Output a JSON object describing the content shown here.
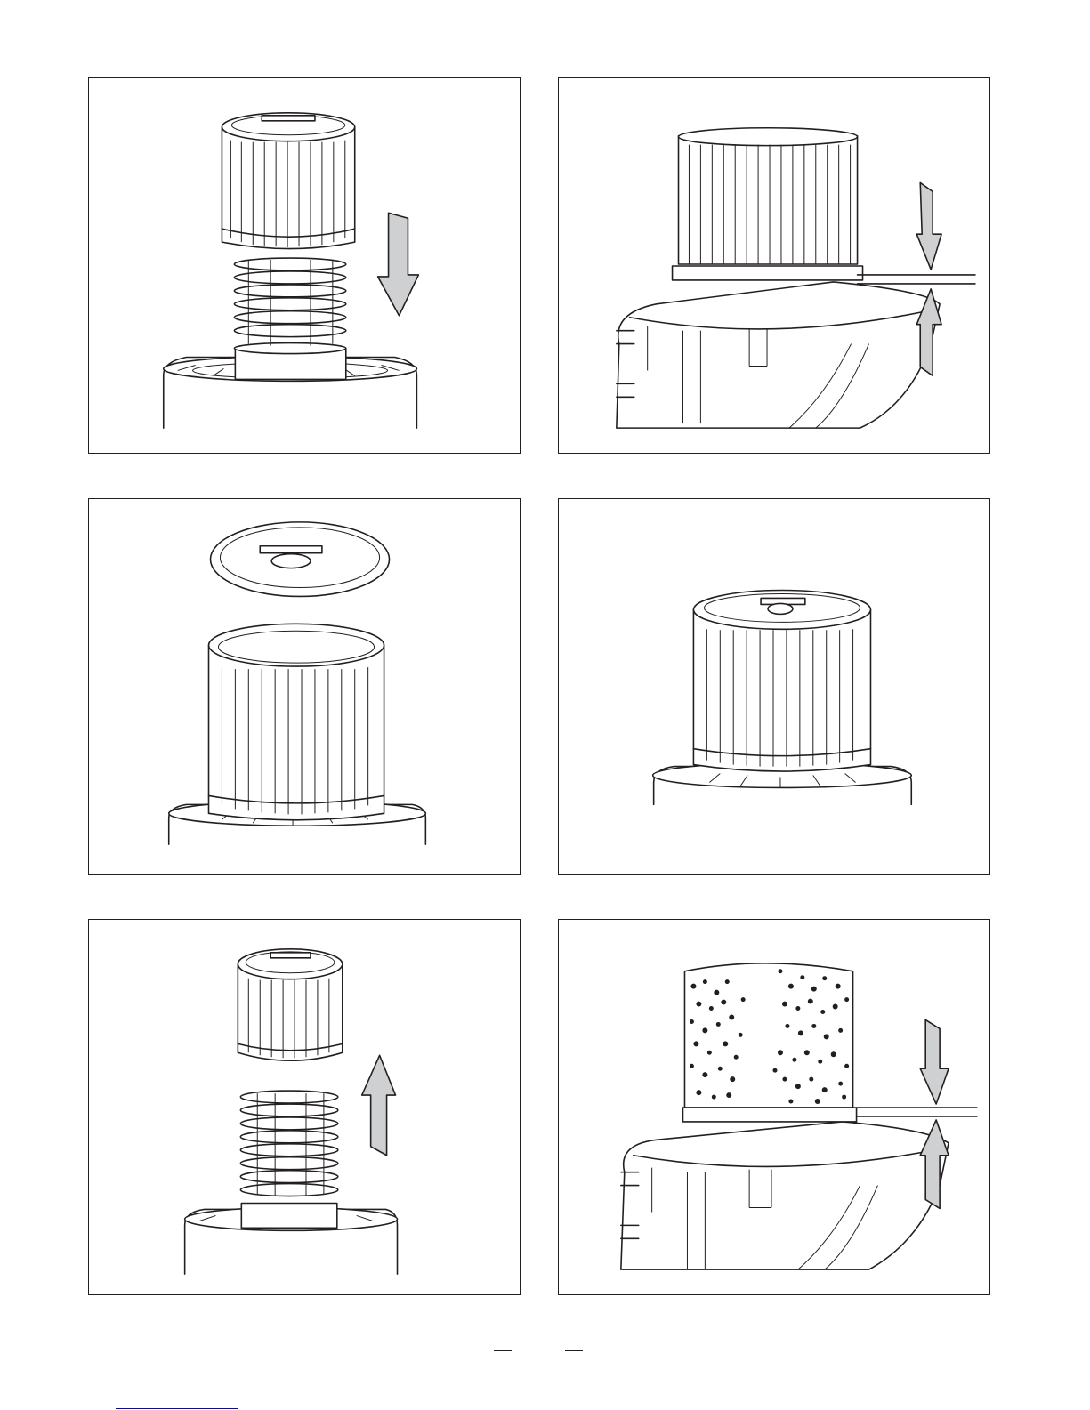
{
  "page": {
    "figures": [
      {
        "id": "fig-1",
        "action": "down-arrow"
      },
      {
        "id": "fig-2",
        "action": "down-up-arrows"
      },
      {
        "id": "fig-3",
        "action": "none"
      },
      {
        "id": "fig-4",
        "action": "none"
      },
      {
        "id": "fig-5",
        "action": "up-arrow"
      },
      {
        "id": "fig-6",
        "action": "down-up-arrows"
      }
    ],
    "colors": {
      "line": "#231f20",
      "arrow_fill": "#cfd0d2",
      "background": "#ffffff"
    }
  }
}
